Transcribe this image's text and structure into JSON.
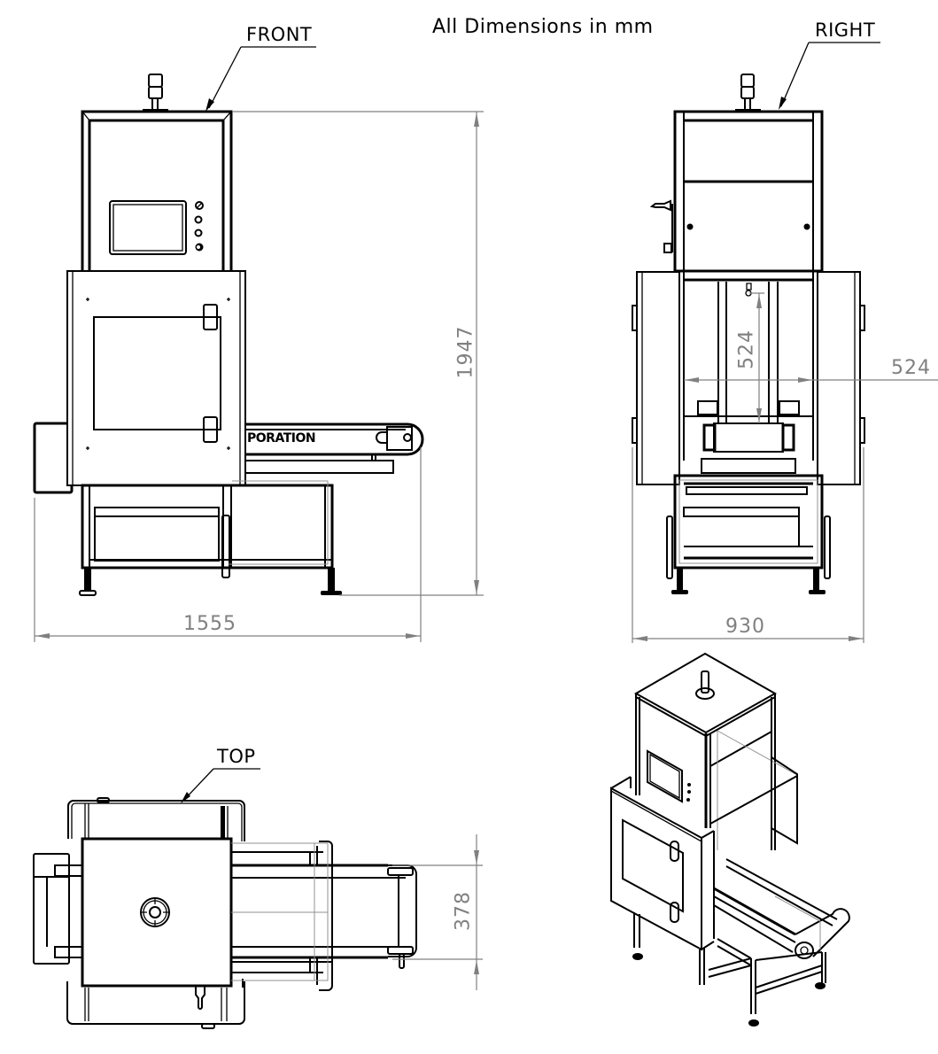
{
  "title": "All Dimensions in mm",
  "views": {
    "front": {
      "label": "FRONT"
    },
    "right": {
      "label": "RIGHT"
    },
    "top": {
      "label": "TOP"
    },
    "isometric": {
      "label": ""
    }
  },
  "dimensions": {
    "overall_height": "1947",
    "overall_length": "1555",
    "overall_width": "930",
    "aperture_height": "524",
    "aperture_width": "524",
    "belt_width": "378"
  },
  "conveyor_branding_text": "PORATION",
  "colors": {
    "geometry": "#000000",
    "dimension": "#808080",
    "background": "#ffffff"
  }
}
